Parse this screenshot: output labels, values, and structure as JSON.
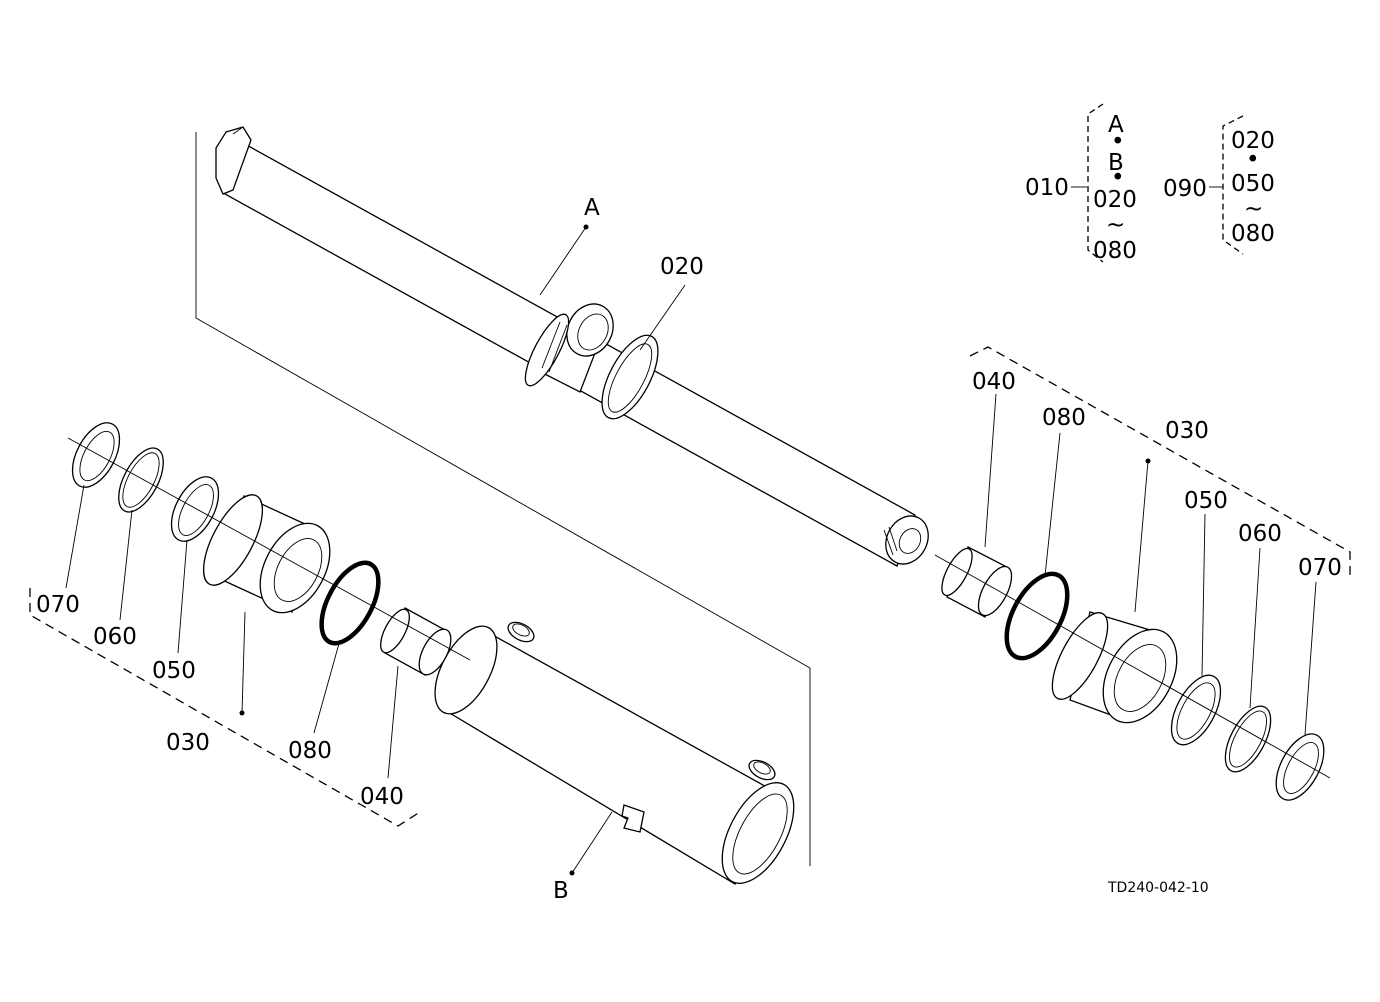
{
  "drawing_code": "TD240-042-10",
  "legend": {
    "group_010": {
      "ref": "010",
      "items": [
        "A",
        "B",
        "020",
        "080"
      ],
      "separators": [
        "•",
        "•",
        "~"
      ]
    },
    "group_090": {
      "ref": "090",
      "items": [
        "020",
        "050",
        "080"
      ],
      "separators": [
        "•",
        "~"
      ]
    }
  },
  "callouts": {
    "rod": "A",
    "tube": "B",
    "rod_seal": "020",
    "left_gland_group": "030",
    "left_bushing": "040",
    "left_seal": "050",
    "left_ring": "060",
    "left_wiper": "070",
    "left_oring": "080",
    "right_gland_group": "030",
    "right_bushing": "040",
    "right_seal": "050",
    "right_ring": "060",
    "right_wiper": "070",
    "right_oring": "080"
  }
}
